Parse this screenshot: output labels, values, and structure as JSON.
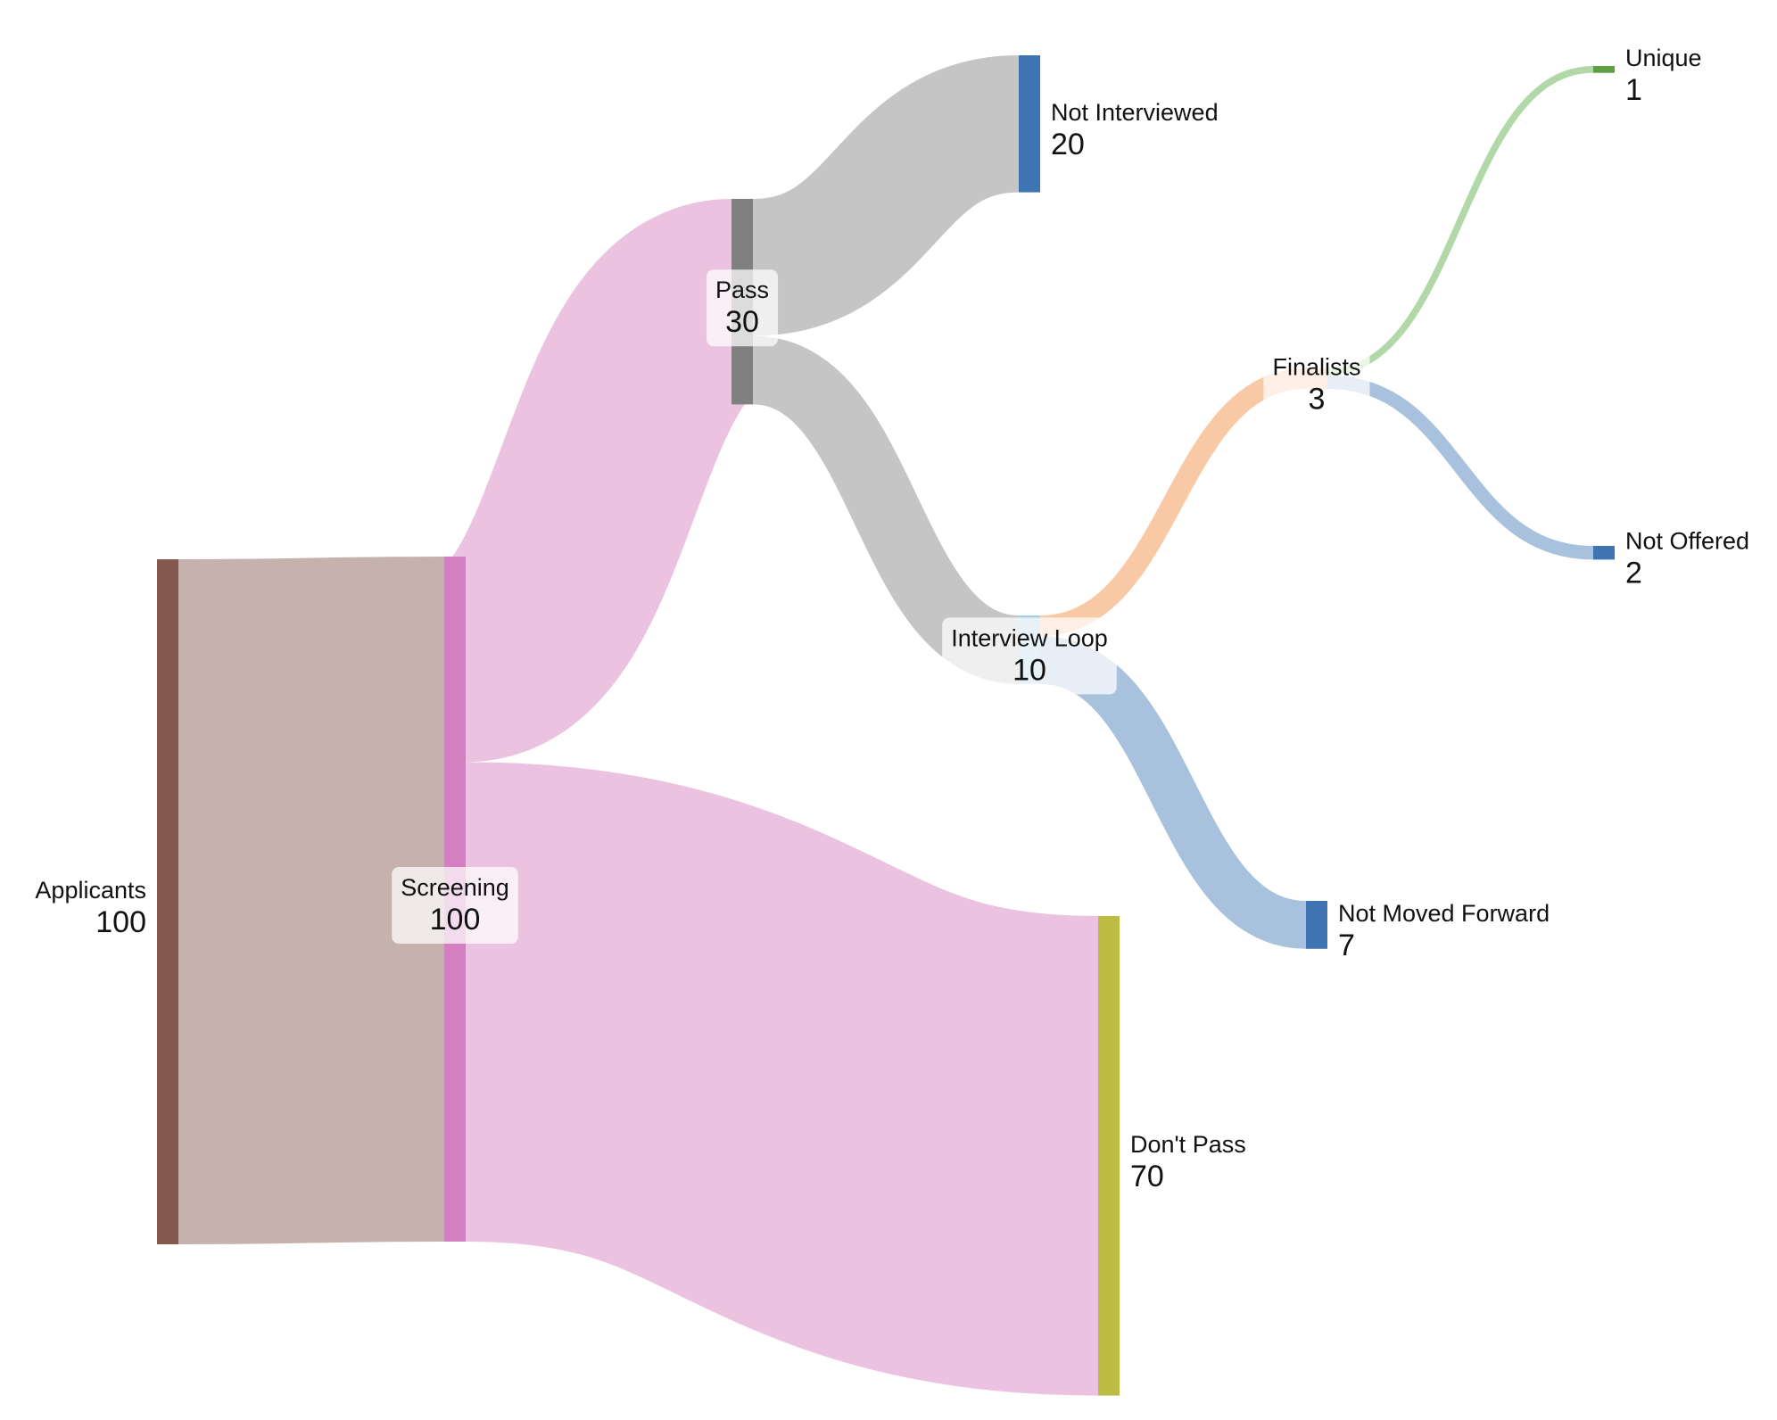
{
  "chart_data": {
    "type": "sankey",
    "nodes": [
      {
        "id": "applicants",
        "name": "Applicants",
        "value": 100,
        "color": "#855850"
      },
      {
        "id": "screening",
        "name": "Screening",
        "value": 100,
        "color": "#d47fc2"
      },
      {
        "id": "pass",
        "name": "Pass",
        "value": 30,
        "color": "#808080"
      },
      {
        "id": "dont_pass",
        "name": "Don't Pass",
        "value": 70,
        "color": "#bdbc42"
      },
      {
        "id": "not_interviewed",
        "name": "Not Interviewed",
        "value": 20,
        "color": "#3d74b1"
      },
      {
        "id": "interview_loop",
        "name": "Interview Loop",
        "value": 10,
        "color": "#a6cfe3"
      },
      {
        "id": "finalists",
        "name": "Finalists",
        "value": 3,
        "color": "#f9c9a5"
      },
      {
        "id": "not_moved_forward",
        "name": "Not Moved Forward",
        "value": 7,
        "color": "#3d74b1"
      },
      {
        "id": "unique",
        "name": "Unique",
        "value": 1,
        "color": "#5c9f45"
      },
      {
        "id": "not_offered",
        "name": "Not Offered",
        "value": 2,
        "color": "#3d74b1"
      }
    ],
    "links": [
      {
        "source": "applicants",
        "target": "screening",
        "value": 100,
        "color": "#c5b2ac"
      },
      {
        "source": "screening",
        "target": "pass",
        "value": 30,
        "color": "#ebc3e0"
      },
      {
        "source": "screening",
        "target": "dont_pass",
        "value": 70,
        "color": "#ebc3e0"
      },
      {
        "source": "pass",
        "target": "not_interviewed",
        "value": 20,
        "color": "#c5c5c5"
      },
      {
        "source": "pass",
        "target": "interview_loop",
        "value": 10,
        "color": "#c5c5c5"
      },
      {
        "source": "interview_loop",
        "target": "finalists",
        "value": 3,
        "color": "#f9c9a5"
      },
      {
        "source": "interview_loop",
        "target": "not_moved_forward",
        "value": 7,
        "color": "#a8c1dc"
      },
      {
        "source": "finalists",
        "target": "unique",
        "value": 1,
        "color": "#b2d8a9"
      },
      {
        "source": "finalists",
        "target": "not_offered",
        "value": 2,
        "color": "#a8c1dc"
      }
    ]
  }
}
